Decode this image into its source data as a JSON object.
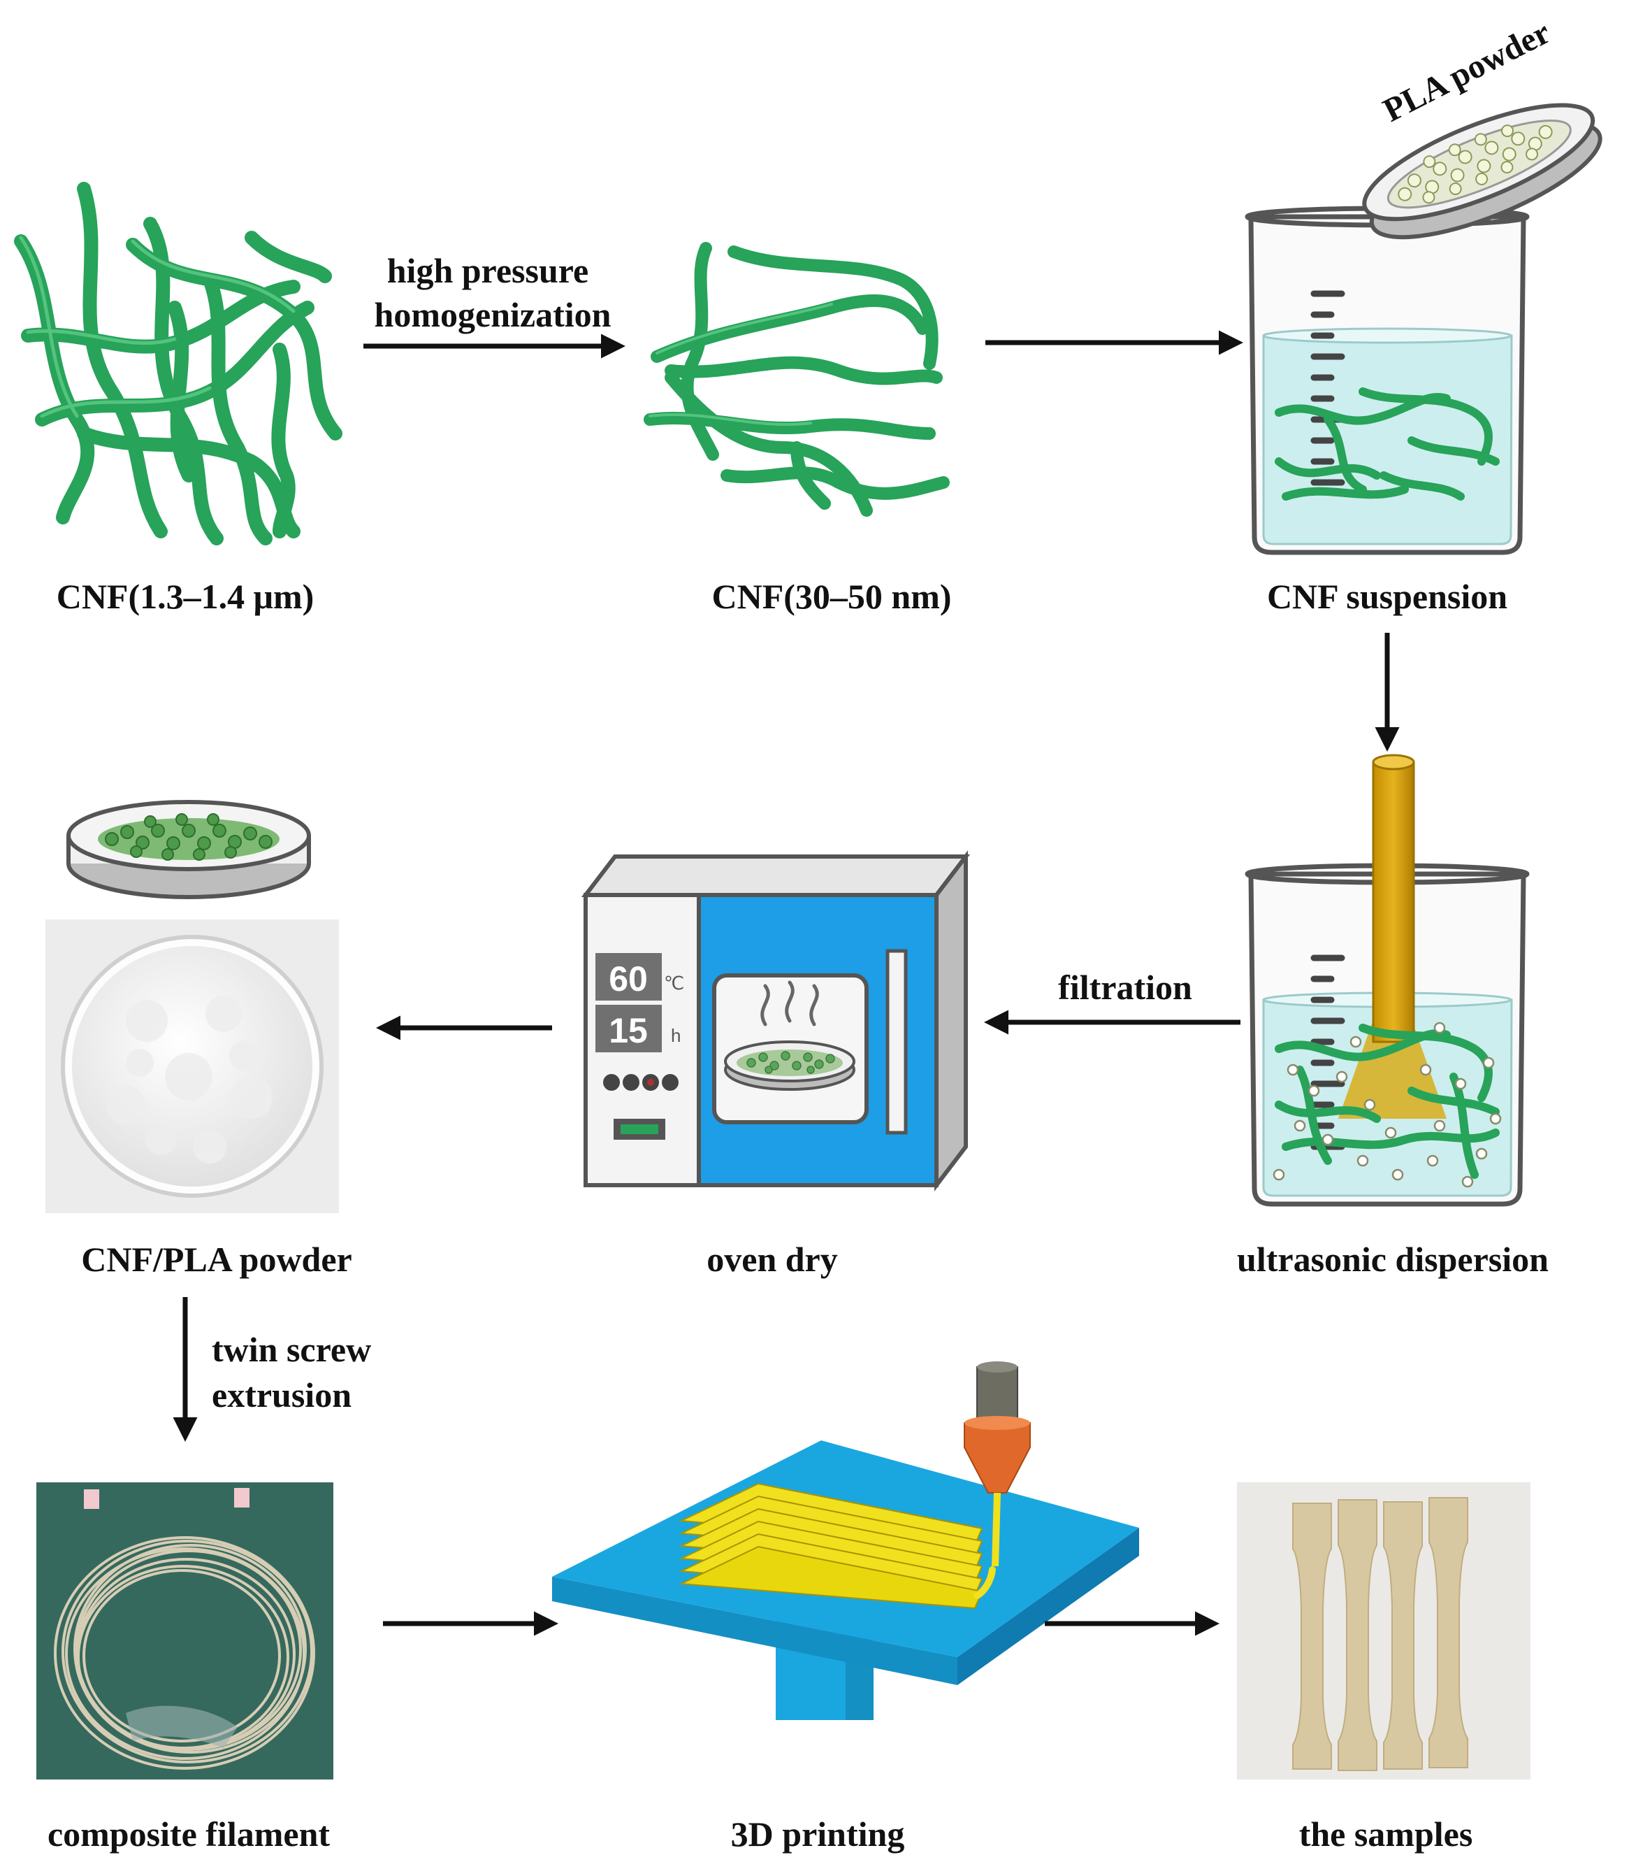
{
  "labels": {
    "cnf_micro": "CNF(1.3–1.4 μm)",
    "cnf_nano": "CNF(30–50 nm)",
    "cnf_suspension": "CNF suspension",
    "pla_powder": "PLA powder",
    "ultrasonic": "ultrasonic dispersion",
    "oven_dry": "oven dry",
    "cnf_pla_powder": "CNF/PLA powder",
    "composite_filament": "composite filament",
    "printing": "3D printing",
    "samples": "the samples"
  },
  "arrows": {
    "homogenization_line1": "high pressure",
    "homogenization_line2": "homogenization",
    "filtration": "filtration",
    "extrusion_line1": "twin screw",
    "extrusion_line2": "extrusion"
  },
  "oven": {
    "temperature": "60",
    "temperature_unit": "℃",
    "time": "15",
    "time_unit": "h"
  },
  "colors": {
    "fiber": "#27a35a",
    "water": "#cdeeee",
    "oven_blue": "#1d9ee6",
    "printer_blue": "#1aa7e0",
    "filament_yellow": "#f0e01e",
    "nozzle_orange": "#e0682a"
  }
}
